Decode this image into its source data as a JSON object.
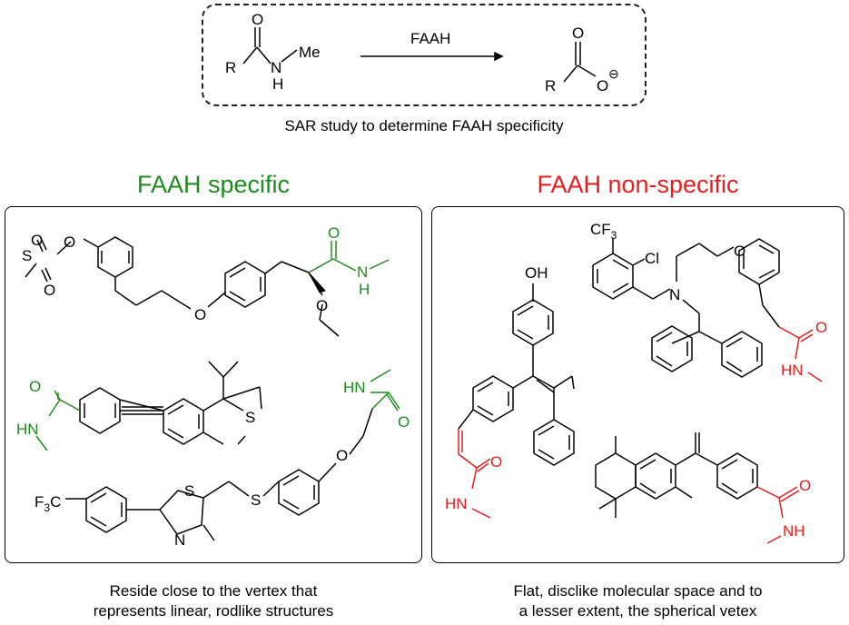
{
  "reaction": {
    "enzyme": "FAAH",
    "caption": "SAR study to determine FAAH specificity"
  },
  "left_panel": {
    "title": "FAAH specific",
    "caption_line1": "Reside close to the vertex that",
    "caption_line2": "represents linear, rodlike structures"
  },
  "right_panel": {
    "title": "FAAH non-specific",
    "caption_line1": "Flat, disclike molecular space and to",
    "caption_line2": "a lesser extent, the spherical vetex"
  },
  "atoms": {
    "R": "R",
    "N": "N",
    "H": "H",
    "Me": "Me",
    "O": "O",
    "O_minus": "O",
    "charge": "⊖",
    "S": "S",
    "OH": "OH",
    "CF3": "CF",
    "three": "3",
    "Cl": "Cl",
    "F3C": "F",
    "F3C_3": "3",
    "F3C_C": "C",
    "HN": "HN",
    "NH": "NH"
  },
  "colors": {
    "specific": "#1f8a1f",
    "non_specific": "#e31e1e",
    "ink": "#000000"
  }
}
